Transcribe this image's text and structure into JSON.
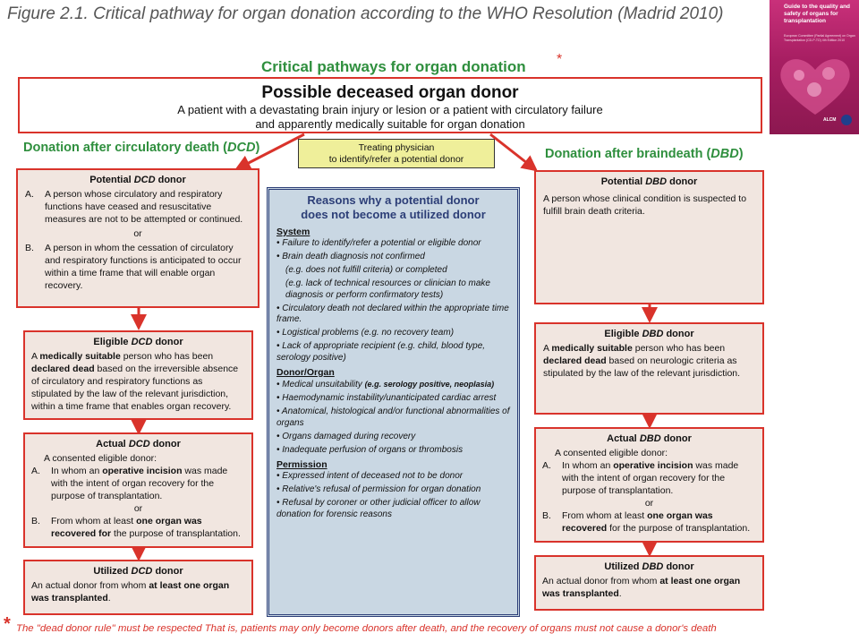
{
  "figure_title": "Figure 2.1. Critical pathway for organ donation according to the WHO Resolution (Madrid 2010)",
  "cover": {
    "title": "Guide to the quality and safety of organs for transplantation",
    "subtitle": "European Committee (Partial Agreement) on Organ Transplantation (CD-P-TO) 4th Edition 2010",
    "logo": "ALCM"
  },
  "main_title": "Critical pathways for organ donation",
  "asterisk": "*",
  "top_box": {
    "heading": "Possible deceased organ donor",
    "line1": "A patient with a devastating brain injury or lesion or a patient with circulatory failure",
    "line2": "and apparently medically suitable for organ donation"
  },
  "dcd_heading": {
    "pre": "Donation after circulatory death (",
    "abbr": "DCD",
    "post": ")"
  },
  "dbd_heading": {
    "pre": "Donation after braindeath (",
    "abbr": "DBD",
    "post": ")"
  },
  "physician": {
    "line1": "Treating physician",
    "line2": "to identify/refer a potential donor"
  },
  "dcd": {
    "potential": {
      "title_pre": "Potential ",
      "title_abbr": "DCD",
      "title_post": " donor",
      "a_key": "A.",
      "a_text": "A person whose circulatory and respiratory functions have ceased and resuscitative measures are not to be attempted or continued.",
      "or": "or",
      "b_key": "B.",
      "b_text": "A person in whom the cessation of circulatory and respiratory functions is anticipated to occur within a time frame that will enable organ recovery."
    },
    "eligible": {
      "title_pre": "Eligible ",
      "title_abbr": "DCD",
      "title_post": " donor",
      "t1": "A ",
      "b1": "medically suitable",
      "t2": " person who has been ",
      "b2": "declared dead",
      "t3": " based on the irreversible absence of circulatory and respiratory functions as stipulated by the law of the relevant jurisdiction, within a time frame that enables organ recovery."
    },
    "actual": {
      "title_pre": "Actual ",
      "title_abbr": "DCD",
      "title_post": " donor",
      "intro": "A consented eligible donor:",
      "a_key": "A.",
      "a_t1": "In whom an ",
      "a_b1": "operative incision",
      "a_t2": " was made with the intent of organ recovery for the purpose of transplantation.",
      "or": "or",
      "b_key": "B.",
      "b_t1": "From whom at least ",
      "b_b1": "one organ was recovered for",
      "b_t2": " the purpose of transplantation."
    },
    "utilized": {
      "title_pre": "Utilized ",
      "title_abbr": "DCD",
      "title_post": " donor",
      "t1": "An actual donor from whom ",
      "b1": "at least one organ was transplanted",
      "t2": "."
    }
  },
  "dbd": {
    "potential": {
      "title_pre": "Potential ",
      "title_abbr": "DBD",
      "title_post": " donor",
      "text": "A person whose clinical condition is suspected to fulfill brain death criteria."
    },
    "eligible": {
      "title_pre": "Eligible ",
      "title_abbr": "DBD",
      "title_post": " donor",
      "t1": "A ",
      "b1": "medically suitable",
      "t2": " person who has been ",
      "b2": "declared dead",
      "t3": " based on neurologic criteria as stipulated by the law of the relevant jurisdiction."
    },
    "actual": {
      "title_pre": "Actual ",
      "title_abbr": "DBD",
      "title_post": " donor",
      "intro": "A consented eligible donor:",
      "a_key": "A.",
      "a_t1": "In whom an ",
      "a_b1": "operative incision",
      "a_t2": " was made with the intent of organ recovery for the purpose of transplantation.",
      "or": "or",
      "b_key": "B.",
      "b_t1": "From whom at least ",
      "b_b1": "one organ was recovered",
      "b_t2": " for the purpose of transplantation."
    },
    "utilized": {
      "title_pre": "Utilized ",
      "title_abbr": "DBD",
      "title_post": " donor",
      "t1": "An actual donor from whom ",
      "b1": "at least one organ was transplanted",
      "t2": "."
    }
  },
  "reasons": {
    "title_line1": "Reasons why a potential donor",
    "title_line2": "does not become a utilized donor",
    "system_heading": "System",
    "system_items": [
      "• Failure to identify/refer a potential  or eligible donor",
      "• Brain death diagnosis not confirmed",
      "(e.g. does not fulfill criteria) or completed",
      "(e.g. lack of technical resources or clinician to make diagnosis or perform confirmatory tests)",
      "• Circulatory death not declared within the appropriate time frame.",
      "• Logistical problems (e.g. no recovery team)",
      "• Lack of appropriate recipient (e.g. child, blood type, serology positive)"
    ],
    "donor_heading": "Donor/Organ",
    "donor_items": [
      "• Medical unsuitability",
      "• Haemodynamic instability/unanticipated cardiac arrest",
      "• Anatomical, histological and/or functional abnormalities of organs",
      "• Organs damaged during recovery",
      "• Inadequate perfusion of organs or thrombosis"
    ],
    "donor_item1_extra": "(e.g. serology positive, neoplasia)",
    "permission_heading": "Permission",
    "permission_items": [
      "• Expressed intent of deceased not to be donor",
      "• Relative's refusal of permission for organ donation",
      "• Refusal by coroner or other judicial officer to allow donation for forensic reasons"
    ]
  },
  "footnote": "The \"dead donor rule\" must be respected That is, patients may only become donors after death, and the recovery of organs must not cause a donor's death",
  "colors": {
    "red": "#d9332b",
    "green": "#2f8f3e",
    "navy": "#2c3e77",
    "beige": "#f1e6e0",
    "blue_panel": "#c9d7e3",
    "yellow": "#efef9a"
  }
}
